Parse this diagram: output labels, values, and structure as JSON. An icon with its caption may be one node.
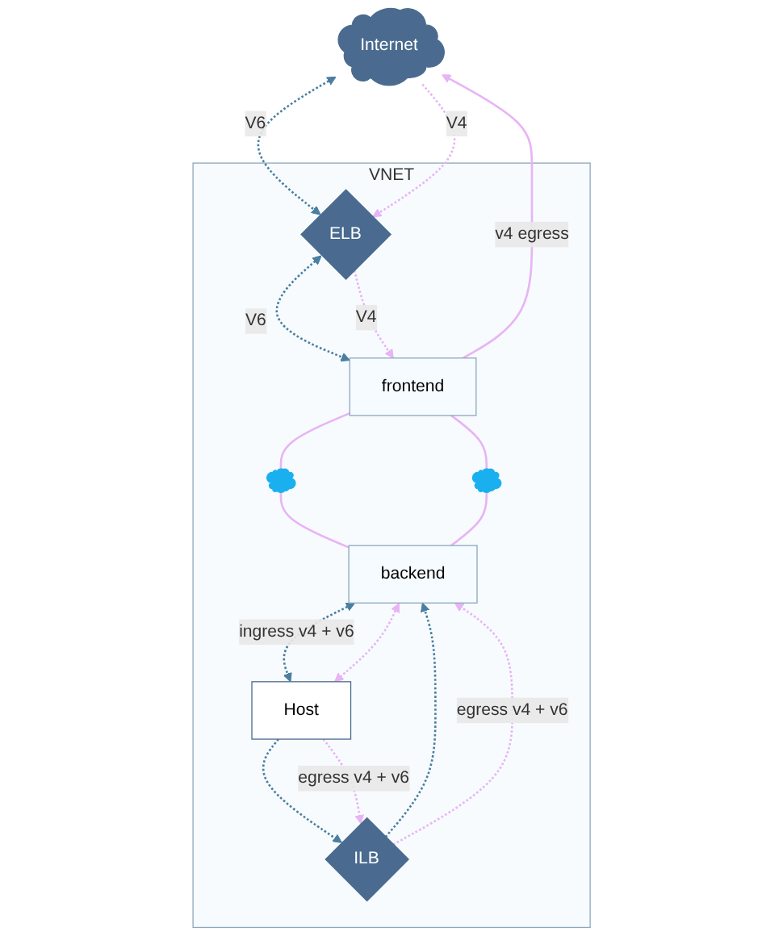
{
  "diagram": {
    "nodes": [
      {
        "text": [
          "Internet"
        ]
      },
      {
        "text": [
          "VNET"
        ]
      },
      {
        "text": [
          "ELB"
        ],
        "in": 1
      },
      {
        "text": [
          "frontend"
        ],
        "in": 1
      },
      {
        "text": [],
        "shape": "cloud",
        "in": 1
      },
      {
        "text": [],
        "shape": "cloud",
        "in": 1
      },
      {
        "text": [
          "backend"
        ],
        "in": 1
      },
      {
        "text": [
          "ILB"
        ],
        "in": 1
      },
      {
        "text": [
          "Host"
        ],
        "in": 1
      }
    ],
    "edges": [
      {
        "from": 3,
        "to": 0,
        "arrow": "to",
        "label": "v4 egress"
      },
      {
        "from": 0,
        "to": 2,
        "arrow": "both",
        "label": "V6",
        "style": "dashed",
        "color": "#4a7fa0"
      },
      {
        "from": 0,
        "to": 2,
        "arrow": "to",
        "label": "V4",
        "style": "dashed"
      },
      {
        "from": 2,
        "to": 3,
        "arrow": "both",
        "label": "V6",
        "style": "dashed",
        "color": "#4a7fa0"
      },
      {
        "from": 2,
        "to": 3,
        "arrow": "to",
        "label": "V4",
        "style": "dashed"
      },
      {
        "from": 3,
        "to": 4,
        "arrow": "none"
      },
      {
        "from": 3,
        "to": 5,
        "arrow": "none"
      },
      {
        "from": 4,
        "to": 6,
        "arrow": "none"
      },
      {
        "from": 5,
        "to": 6,
        "arrow": "none"
      },
      {
        "from": 6,
        "to": 8,
        "arrow": "both",
        "label": "ingress v4 + v6",
        "style": "dashed",
        "color": "#4a7fa0"
      },
      {
        "from": 6,
        "to": 8,
        "arrow": "both",
        "style": "dashed"
      },
      {
        "from": 7,
        "to": 6,
        "arrow": "to",
        "style": "dashed",
        "color": "#4a7fa0"
      },
      {
        "from": 7,
        "to": 6,
        "arrow": "to",
        "label": "egress v4 + v6",
        "style": "dashed"
      },
      {
        "from": 8,
        "to": 7,
        "arrow": "to",
        "style": "dashed",
        "color": "#4a7fa0"
      },
      {
        "from": 8,
        "to": 7,
        "arrow": "to",
        "label": "egress v4 + v6",
        "style": "dashed"
      }
    ]
  }
}
